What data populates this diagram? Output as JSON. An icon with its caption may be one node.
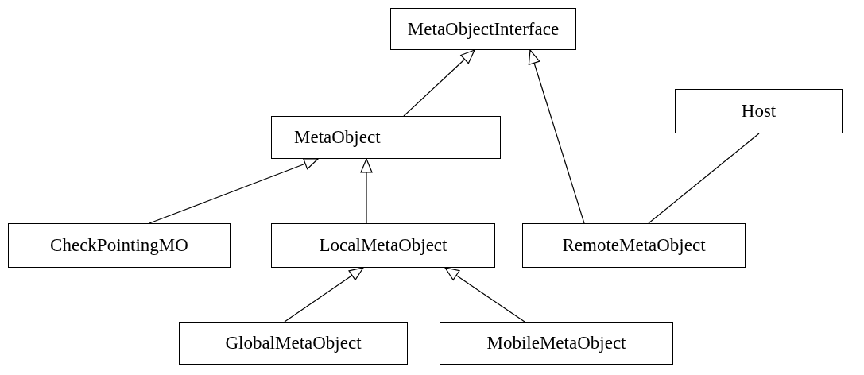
{
  "diagram": {
    "nodes": [
      {
        "text": [
          "MetaObjectInterface"
        ]
      },
      {
        "text": [
          "MetaObject"
        ]
      },
      {
        "text": [
          "Host"
        ]
      },
      {
        "text": [
          "CheckPointingMO"
        ]
      },
      {
        "text": [
          "LocalMetaObject"
        ]
      },
      {
        "text": [
          "RemoteMetaObject"
        ]
      },
      {
        "text": [
          "GlobalMetaObject"
        ]
      },
      {
        "text": [
          "MobileMetaObject"
        ]
      }
    ],
    "edges": [
      {
        "from": 1,
        "to": 0,
        "arrow": "to"
      },
      {
        "from": 5,
        "to": 0,
        "arrow": "to"
      },
      {
        "from": 3,
        "to": 1,
        "arrow": "to"
      },
      {
        "from": 4,
        "to": 1,
        "arrow": "to"
      },
      {
        "from": 5,
        "to": 2,
        "arrow": "none"
      },
      {
        "from": 6,
        "to": 4,
        "arrow": "to"
      },
      {
        "from": 7,
        "to": 4,
        "arrow": "to"
      }
    ]
  }
}
